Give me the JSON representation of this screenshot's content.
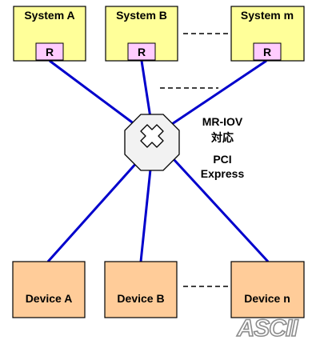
{
  "systems": [
    {
      "label": "System A",
      "port": "R"
    },
    {
      "label": "System B",
      "port": "R"
    },
    {
      "label": "System m",
      "port": "R"
    }
  ],
  "devices": [
    {
      "label": "Device A"
    },
    {
      "label": "Device B"
    },
    {
      "label": "Device n"
    }
  ],
  "switch_caption": {
    "line1": "MR-IOV",
    "line2": "対応",
    "line3": "PCI",
    "line4": "Express"
  },
  "watermark": "ASCII",
  "colors": {
    "system_fill": "#ffff99",
    "port_fill": "#ffccff",
    "device_fill": "#ffcc99",
    "link": "#0000cc",
    "switch_fill": "#f2f2f2"
  }
}
